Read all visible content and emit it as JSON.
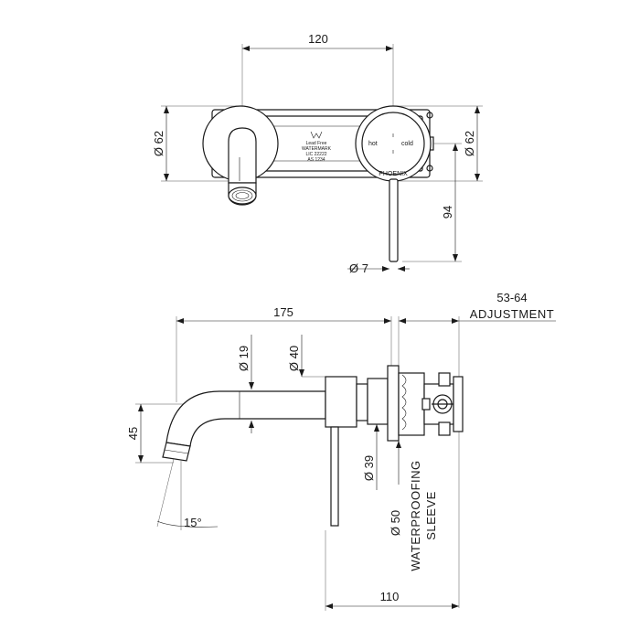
{
  "top_view": {
    "dim_width": "120",
    "dim_plate_left": "Ø 62",
    "dim_plate_right": "Ø 62",
    "dim_lever_height": "94",
    "dim_lever_diameter": "Ø 7",
    "handle_label_hot": "hot",
    "handle_label_cold": "cold",
    "brand": "PHOENIX",
    "backplate_marking": [
      "Lead Free",
      "WATERMARK",
      "LIC 22222",
      "AS 1234"
    ]
  },
  "side_view": {
    "dim_total_length": "175",
    "adjustment_range": "53-64",
    "adjustment_label": "ADJUSTMENT",
    "dim_spout_diameter": "Ø 19",
    "dim_body_diameter": "Ø 40",
    "dim_spout_drop": "45",
    "dim_angle": "15°",
    "dim_sleeve_inner": "Ø 39",
    "dim_sleeve_outer": "Ø 50",
    "sleeve_label_line1": "WATERPROOFING",
    "sleeve_label_line2": "SLEEVE",
    "dim_depth": "110"
  }
}
